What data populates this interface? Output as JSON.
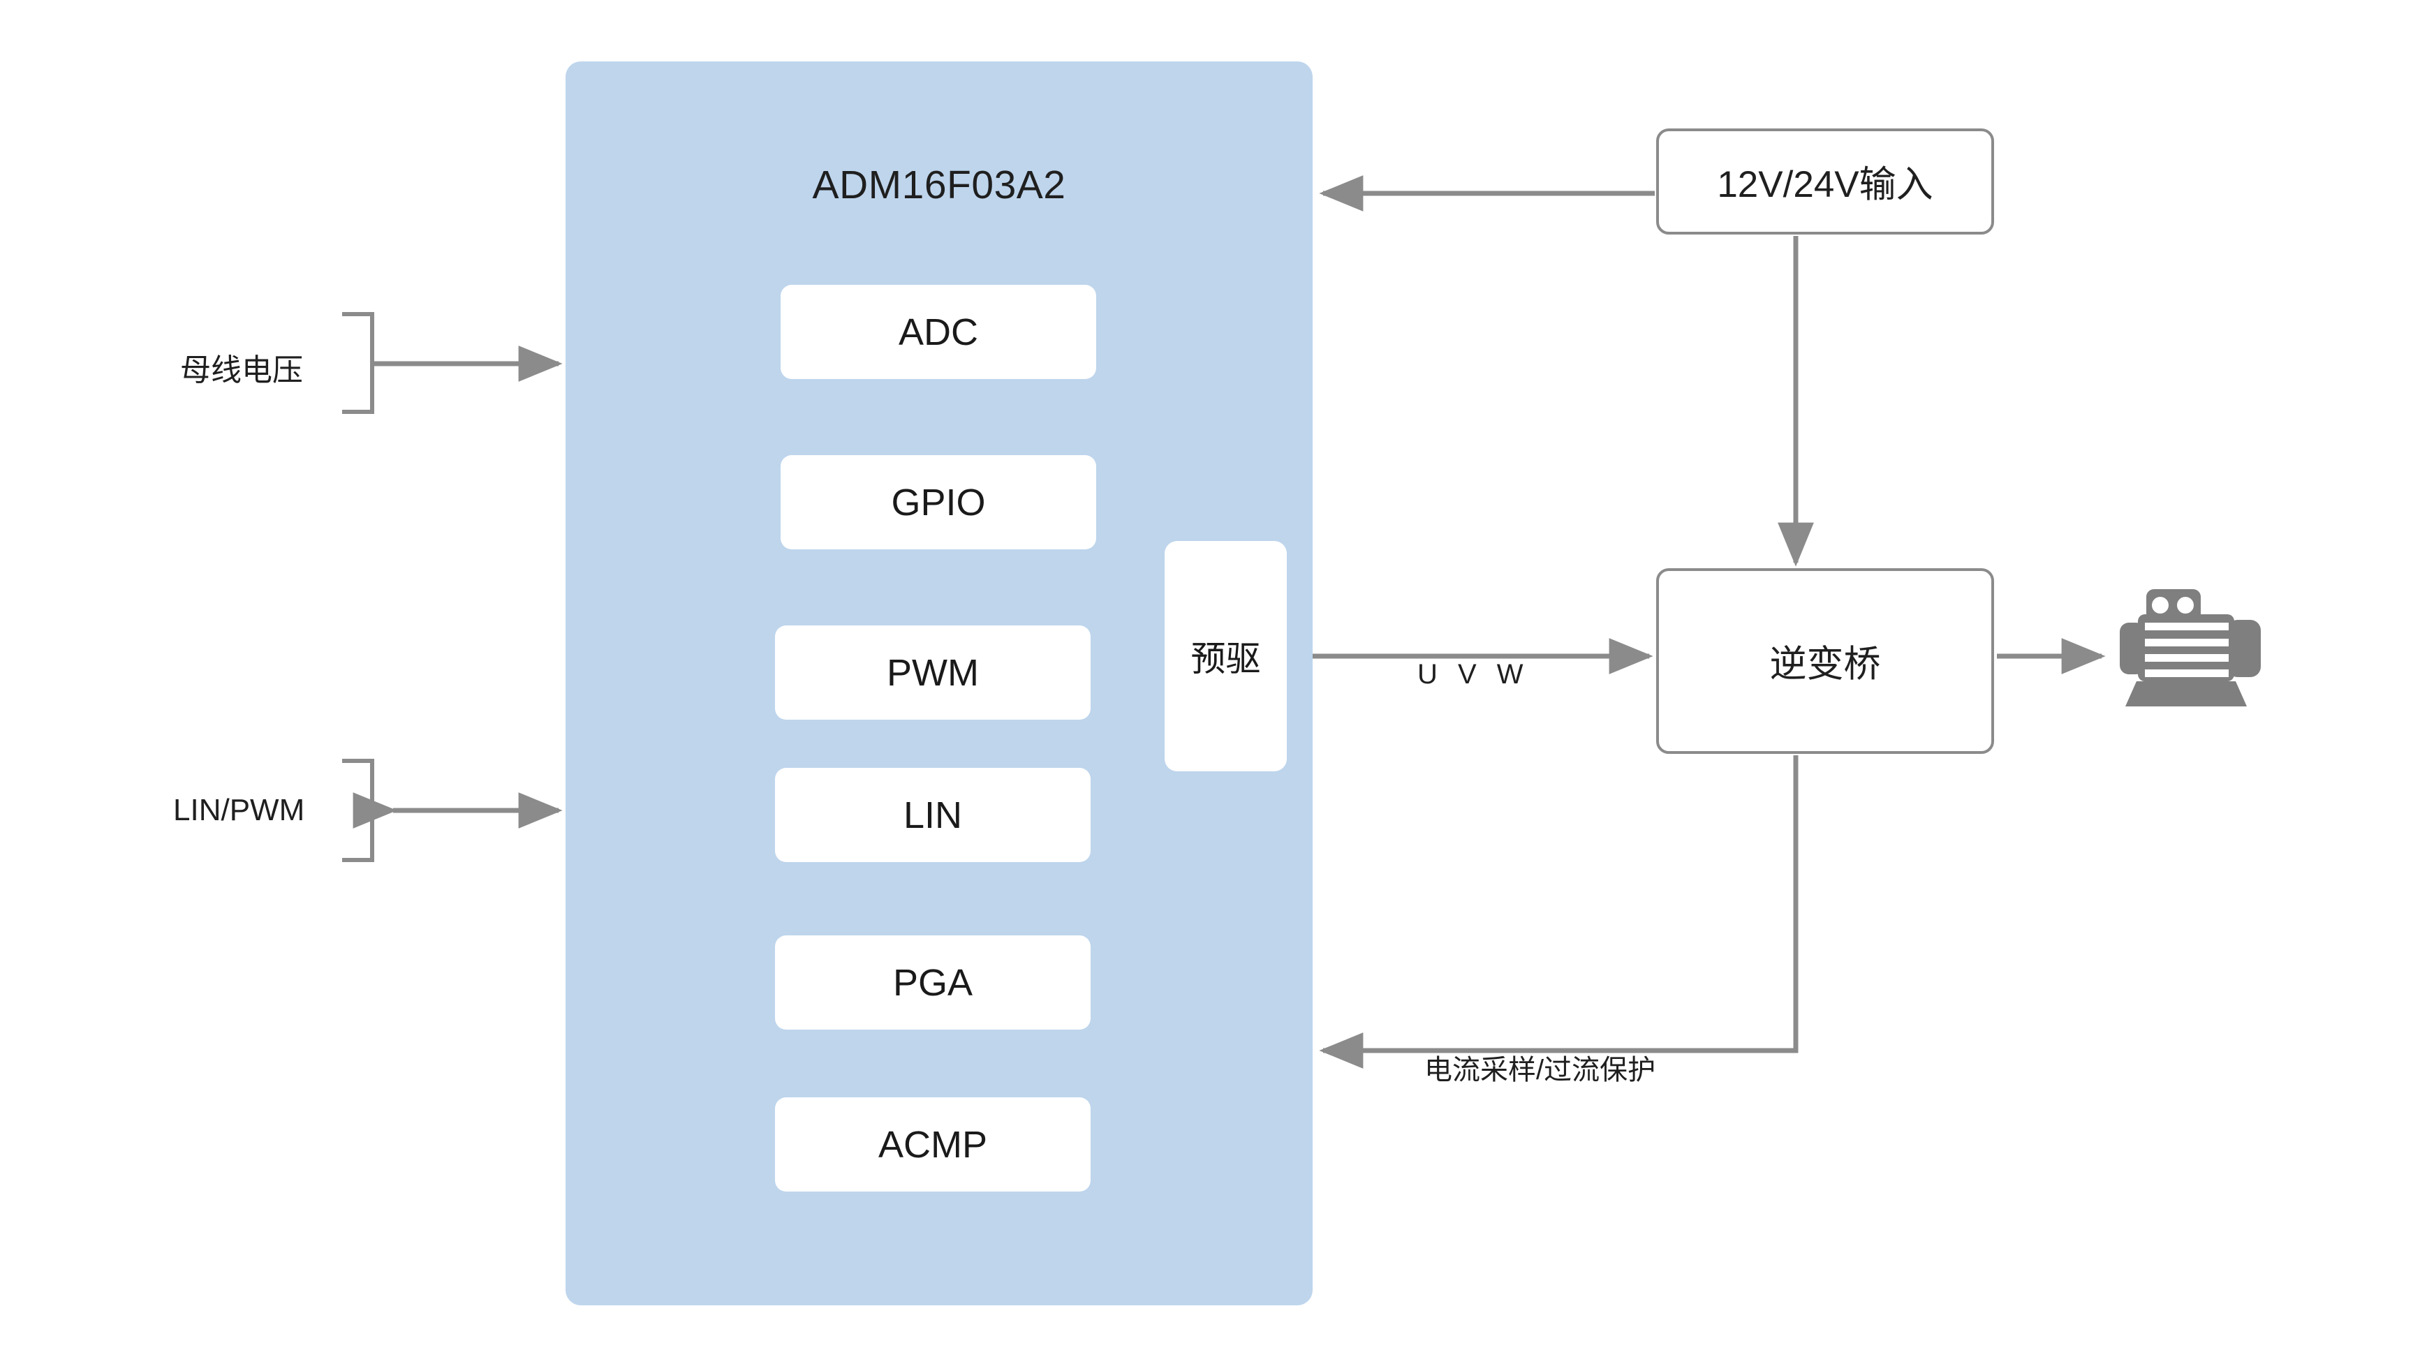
{
  "diagram": {
    "title": "ADM16F03A2 motor control block diagram",
    "colors": {
      "mcu_fill": "#BED5EC",
      "block_fill": "#FFFFFF",
      "wire": "#8B8B8B",
      "text": "#1F1F1F",
      "motor_icon": "#7F7F7F"
    }
  },
  "mcu": {
    "label": "ADM16F03A2",
    "peripherals": [
      {
        "label": "ADC"
      },
      {
        "label": "GPIO"
      },
      {
        "label": "PWM"
      },
      {
        "label": "LIN"
      },
      {
        "label": "PGA"
      },
      {
        "label": "ACMP"
      }
    ],
    "predriver": {
      "label": "预驱"
    }
  },
  "left_ports": [
    {
      "label": "母线电压",
      "direction": "in"
    },
    {
      "label": "LIN/PWM",
      "direction": "bidirectional"
    }
  ],
  "right_blocks": [
    {
      "label": "12V/24V输入"
    },
    {
      "label": "逆变桥"
    }
  ],
  "connection_labels": {
    "phases": "U V W",
    "feedback": "电流采样/过流保护"
  },
  "icons": {
    "motor": "motor-icon"
  }
}
